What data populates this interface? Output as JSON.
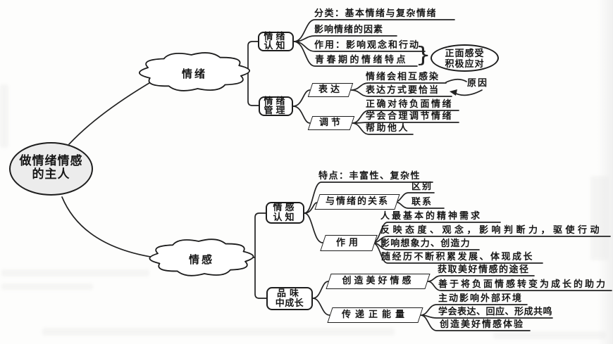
{
  "root": {
    "line1": "做情绪情感",
    "line2": "的主人"
  },
  "emotion": {
    "label": "情绪",
    "cognition": {
      "line1": "情绪",
      "line2": "认知",
      "leaves": [
        "分类：基本情绪与复杂情绪",
        "影响情绪的因素",
        "作用：影响观念和行动",
        "青春期的情绪特点"
      ],
      "brace": "}",
      "callout": {
        "line1": "正面感受",
        "line2": "积极应对"
      }
    },
    "management": {
      "line1": "情绪",
      "line2": "管理",
      "express": {
        "label": "表达",
        "leaves": [
          "情绪会相互感染",
          "表达方式要恰当"
        ],
        "note": "原因"
      },
      "regulate": {
        "label": "调节",
        "leaves": [
          "正确对待负面情绪",
          "学会合理调节情绪",
          "帮助他人"
        ]
      }
    }
  },
  "feeling": {
    "label": "情感",
    "cognition": {
      "line1": "情感",
      "line2": "认知",
      "trait": "特点：丰富性、复杂性",
      "relation": {
        "label": "与情绪的关系",
        "leaves": [
          "区别",
          "联系"
        ]
      },
      "function": {
        "label": "作用",
        "leaves": [
          "人最基本的精神需求",
          "反映态度、观念，影响判断力，驱使行动",
          "影响想象力、创造力",
          "随经历不断积累发展、体现成长"
        ]
      }
    },
    "growth": {
      "line1": "品味",
      "line2": "中成长",
      "create": {
        "label": "创造美好情感",
        "leaves": [
          "获取美好情感的途径",
          "善于将负面情感转变为成长的助力"
        ]
      },
      "positive": {
        "label": "传递正能量",
        "leaves": [
          "主动影响外部环境",
          "学会表达、回应、形成共鸣",
          "创造美好情感体验"
        ]
      }
    }
  }
}
